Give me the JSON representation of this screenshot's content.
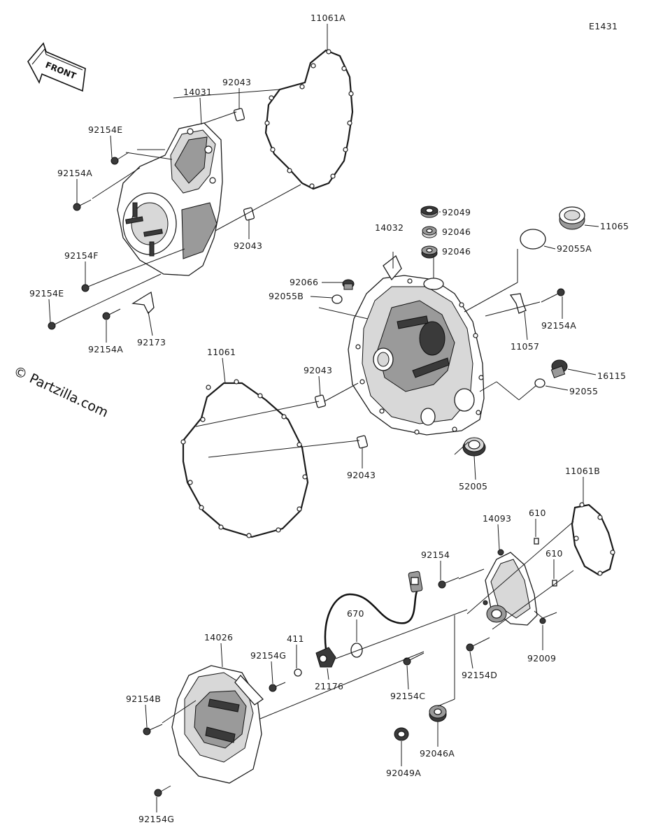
{
  "diagram_code": "E1431",
  "front_label": "FRONT",
  "watermark": "© Partzilla.com",
  "labels": {
    "11061A": "11061A",
    "92043_a": "92043",
    "14031": "14031",
    "92154E_a": "92154E",
    "92154A_a": "92154A",
    "92043_b": "92043",
    "92154F": "92154F",
    "92154E_b": "92154E",
    "92154A_b": "92154A",
    "92173": "92173",
    "92049": "92049",
    "92046_a": "92046",
    "92046_b": "92046",
    "11065": "11065",
    "92055A": "92055A",
    "14032": "14032",
    "92066": "92066",
    "92055B": "92055B",
    "92154A_c": "92154A",
    "11057": "11057",
    "11061": "11061",
    "92043_c": "92043",
    "16115": "16115",
    "92055": "92055",
    "92043_d": "92043",
    "52005": "52005",
    "11061B": "11061B",
    "14093": "14093",
    "610_a": "610",
    "92154": "92154",
    "610_b": "610",
    "670": "670",
    "14026": "14026",
    "411": "411",
    "92154G_a": "92154G",
    "92009": "92009",
    "21176": "21176",
    "92154C": "92154C",
    "92154D": "92154D",
    "92154B": "92154B",
    "92046A": "92046A",
    "92049A": "92049A",
    "92154G_b": "92154G"
  }
}
